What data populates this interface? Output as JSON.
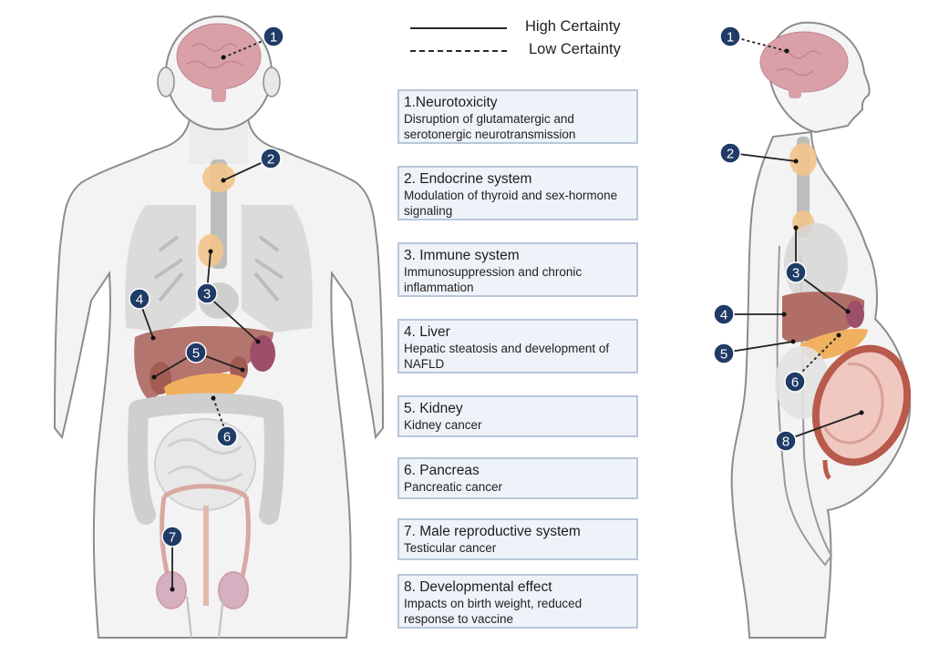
{
  "legend": {
    "high": "High Certainty",
    "low": "Low Certainty"
  },
  "effects": [
    {
      "number": "1",
      "title": "1.Neurotoxicity",
      "description": "Disruption of glutamatergic and serotonergic neurotransmission",
      "certainty": "low"
    },
    {
      "number": "2",
      "title": "2. Endocrine system",
      "description": "Modulation of thyroid and sex-hormone signaling",
      "certainty": "high"
    },
    {
      "number": "3",
      "title": "3. Immune system",
      "description": "Immunosuppression and chronic inflammation",
      "certainty": "high"
    },
    {
      "number": "4",
      "title": "4. Liver",
      "description": "Hepatic steatosis and development of NAFLD",
      "certainty": "high"
    },
    {
      "number": "5",
      "title": "5. Kidney",
      "description": "Kidney cancer",
      "certainty": "high"
    },
    {
      "number": "6",
      "title": "6. Pancreas",
      "description": "Pancreatic cancer",
      "certainty": "low"
    },
    {
      "number": "7",
      "title": "7. Male reproductive system",
      "description": "Testicular cancer",
      "certainty": "high"
    },
    {
      "number": "8",
      "title": "8. Developmental effect",
      "description": "Impacts on birth weight, reduced response to vaccine",
      "certainty": "high"
    }
  ],
  "figures": {
    "male_front": {
      "label": "male-front-body",
      "markers": [
        "1",
        "2",
        "3",
        "4",
        "5",
        "6",
        "7"
      ]
    },
    "female_side": {
      "label": "pregnant-female-side-body",
      "markers": [
        "1",
        "2",
        "3",
        "4",
        "5",
        "6",
        "8"
      ]
    }
  },
  "colors": {
    "badge": "#1f3b66",
    "box_bg": "#eef3f9",
    "box_border": "#b8c6d6",
    "brain": "#d9a0a8",
    "thyroid": "#f2c48a",
    "liver": "#b06e66",
    "kidney": "#9c4e6a",
    "pancreas": "#f0b060",
    "body": "#f3f3f3",
    "outline": "#8a8a8a"
  }
}
